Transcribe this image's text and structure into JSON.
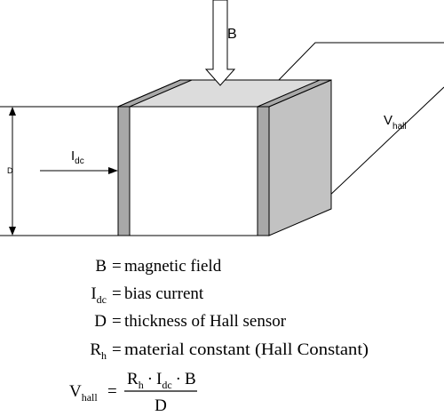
{
  "labels": {
    "b_arrow": "B",
    "i_main": "I",
    "i_sub": "dc",
    "v_main": "V",
    "v_sub": "hall",
    "d_dim": "D"
  },
  "equations": {
    "b": {
      "lhs": "B",
      "rhs": "magnetic field"
    },
    "idc": {
      "lhs_main": "I",
      "lhs_sub": "dc",
      "rhs": "bias current"
    },
    "d": {
      "lhs": "D",
      "rhs": "thickness of Hall sensor"
    },
    "rh": {
      "lhs_main": "R",
      "lhs_sub": "h",
      "rhs": "material constant (Hall Constant)"
    },
    "vhall": {
      "lhs_main": "V",
      "lhs_sub": "hall",
      "num_r": "R",
      "num_r_sub": "h",
      "dot1": "·",
      "num_i": "I",
      "num_i_sub": "dc",
      "dot2": "·",
      "num_b": "B",
      "den": "D"
    }
  },
  "colors": {
    "top_face": "#dcdcdc",
    "side_face": "#c2c2c2",
    "electrode": "#a8a8a8",
    "arrow_fill": "#ffffff"
  }
}
